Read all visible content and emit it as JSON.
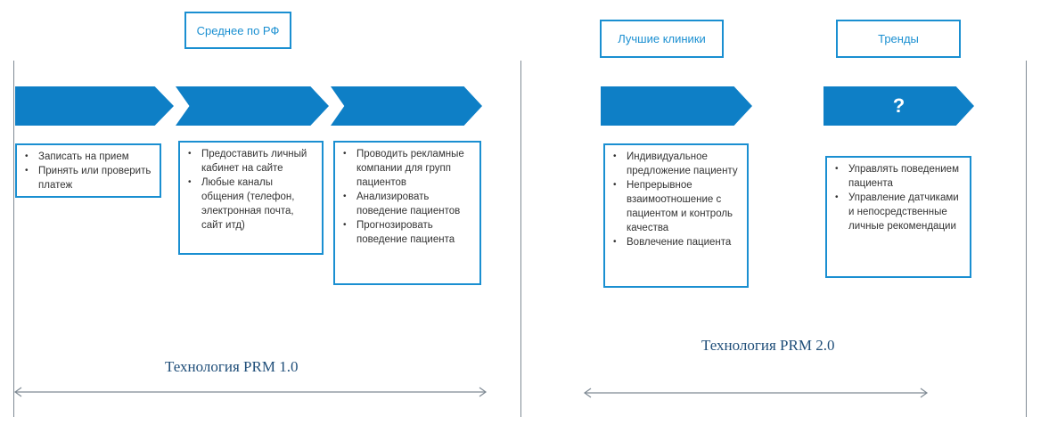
{
  "headers": {
    "avg_rf": "Среднее по РФ",
    "best_clinics": "Лучшие клиники",
    "trends": "Тренды"
  },
  "chevron_question": "?",
  "boxes": [
    {
      "items": [
        "Записать на прием",
        "Принять или проверить платеж"
      ]
    },
    {
      "items": [
        "Предоставить личный кабинет на сайте",
        "Любые каналы общения (телефон, электронная почта, сайт итд)"
      ]
    },
    {
      "items": [
        "Проводить рекламные компании для групп пациентов",
        "Анализировать поведение пациентов",
        "Прогнозировать поведение пациента"
      ]
    },
    {
      "items": [
        "Индивидуальное предложение пациенту",
        "Непрерывное взаимоотношение с пациентом и контроль качества",
        "Вовлечение пациента"
      ]
    },
    {
      "items": [
        "Управлять поведением пациента",
        "Управление датчиками и непосредственные личные рекомендации"
      ]
    }
  ],
  "tech_titles": {
    "prm1": "Технология PRM 1.0",
    "prm2": "Технология PRM 2.0"
  },
  "colors": {
    "chevron": "#0e7fc6",
    "border": "#1a8fd1",
    "title": "#1f4e79"
  }
}
